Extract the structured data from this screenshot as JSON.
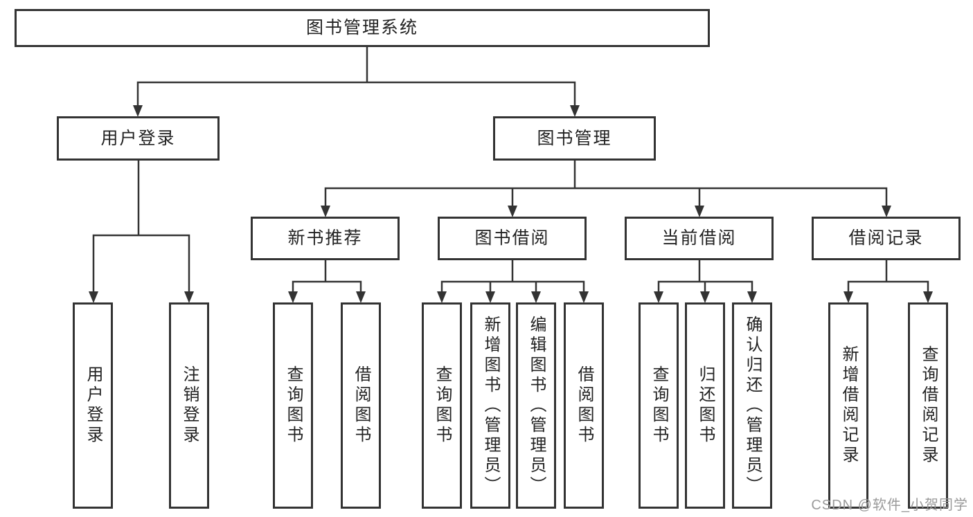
{
  "diagram": {
    "root": {
      "label": "图书管理系统"
    },
    "user_branch": {
      "label": "用户登录",
      "children": [
        {
          "label": "用户登录"
        },
        {
          "label": "注销登录"
        }
      ]
    },
    "book_branch": {
      "label": "图书管理",
      "sections": [
        {
          "label": "新书推荐",
          "children": [
            {
              "label": "查询图书"
            },
            {
              "label": "借阅图书"
            }
          ]
        },
        {
          "label": "图书借阅",
          "children": [
            {
              "label": "查询图书"
            },
            {
              "label": "新增图书（管理员）"
            },
            {
              "label": "编辑图书（管理员）"
            },
            {
              "label": "借阅图书"
            }
          ]
        },
        {
          "label": "当前借阅",
          "children": [
            {
              "label": "查询图书"
            },
            {
              "label": "归还图书"
            },
            {
              "label": "确认归还（管理员）"
            }
          ]
        },
        {
          "label": "借阅记录",
          "children": [
            {
              "label": "新增借阅记录"
            },
            {
              "label": "查询借阅记录"
            }
          ]
        }
      ]
    },
    "watermark": "CSDN @软件_小贺同学",
    "colors": {
      "line": "#333333",
      "text": "#222222",
      "watermark": "#9a9a9a",
      "background": "#ffffff"
    }
  }
}
